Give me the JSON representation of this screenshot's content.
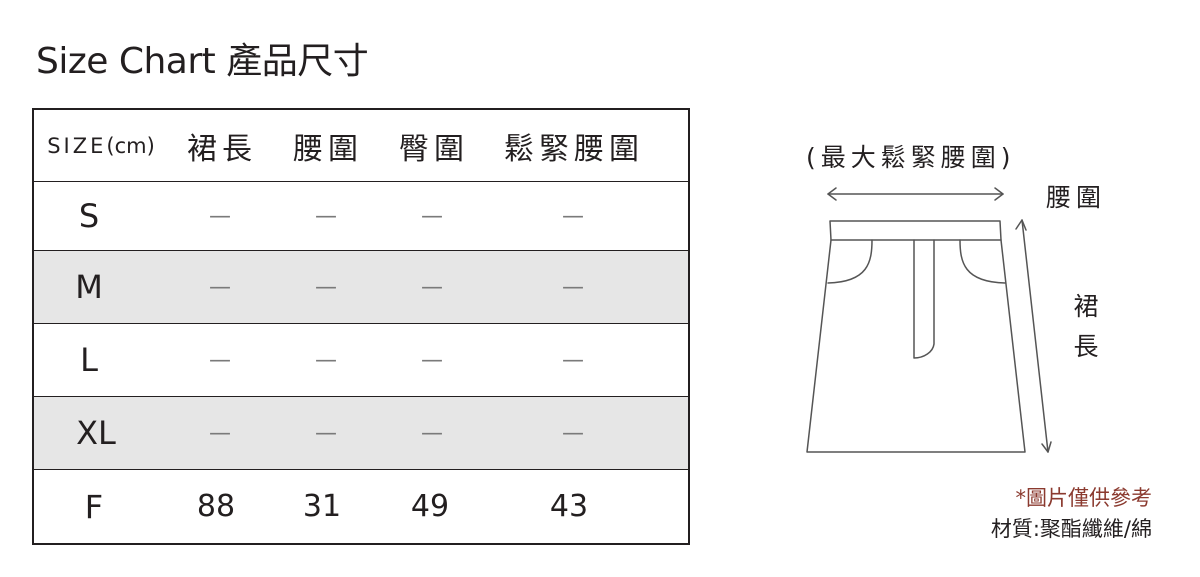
{
  "title": "Size Chart 產品尺寸",
  "table": {
    "size_header_main": "SIZE",
    "size_header_unit": "(cm)",
    "columns": [
      "裙長",
      "腰圍",
      "臀圍",
      "鬆緊腰圍"
    ],
    "rows": [
      {
        "size": "S",
        "values": [
          "—",
          "—",
          "—",
          "—"
        ],
        "shaded": false
      },
      {
        "size": "M",
        "values": [
          "—",
          "—",
          "—",
          "—"
        ],
        "shaded": true
      },
      {
        "size": "L",
        "values": [
          "—",
          "—",
          "—",
          "—"
        ],
        "shaded": false
      },
      {
        "size": "XL",
        "values": [
          "—",
          "—",
          "—",
          "—"
        ],
        "shaded": true
      },
      {
        "size": "F",
        "values": [
          "88",
          "31",
          "49",
          "43"
        ],
        "shaded": false
      }
    ]
  },
  "diagram": {
    "top_label": "(最大鬆緊腰圍)",
    "waist_label": "腰圍",
    "length_label": [
      "裙",
      "長"
    ]
  },
  "notes": {
    "disclaimer": "*圖片僅供參考",
    "material": "材質:聚酯纖維/綿"
  },
  "colors": {
    "text": "#231f20",
    "row_shade": "#e6e6e6",
    "disclaimer": "#8b3a2f",
    "diagram_line": "#555555"
  }
}
